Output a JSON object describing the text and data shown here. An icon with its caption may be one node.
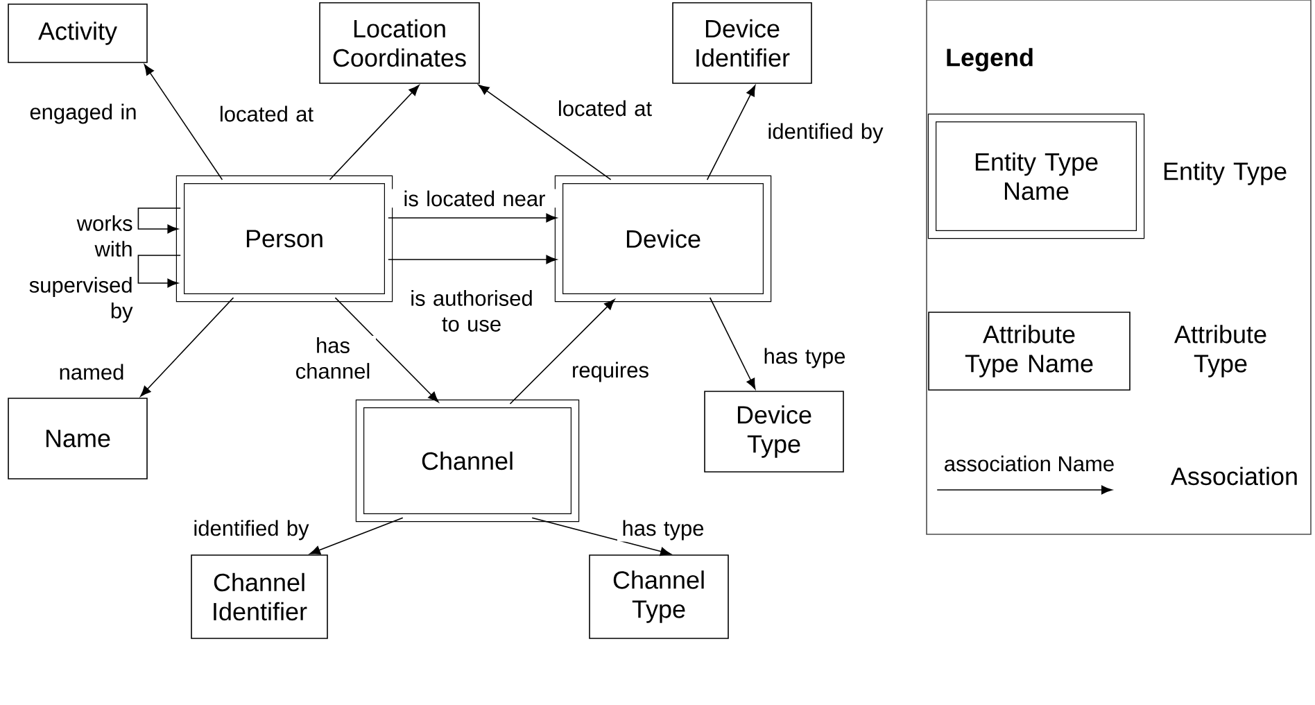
{
  "diagram": {
    "nodes": [
      {
        "text": [
          "Activity"
        ]
      },
      {
        "text": [
          "Location Coordinates"
        ]
      },
      {
        "text": [
          "Device Identifier"
        ]
      },
      {
        "text": [
          "Person"
        ]
      },
      {
        "text": [
          "Device"
        ]
      },
      {
        "text": [
          "Name"
        ]
      },
      {
        "text": [
          "Channel"
        ]
      },
      {
        "text": [
          "Device Type"
        ]
      },
      {
        "text": [
          "Channel Identifier"
        ]
      },
      {
        "text": [
          "Channel Type"
        ]
      },
      {
        "text": [
          "Entity Type Name"
        ]
      },
      {
        "text": [
          "Attribute Type Name"
        ]
      }
    ],
    "edges": [
      {
        "from": 3,
        "to": 0,
        "arrow": "to",
        "label": "engaged in"
      },
      {
        "from": 3,
        "to": 1,
        "arrow": "to",
        "label": "located at"
      },
      {
        "from": 4,
        "to": 1,
        "arrow": "to",
        "label": "located at"
      },
      {
        "from": 4,
        "to": 2,
        "arrow": "to",
        "label": "identified by"
      },
      {
        "from": 3,
        "to": 3,
        "arrow": "to",
        "label": "works with"
      },
      {
        "from": 3,
        "to": 3,
        "arrow": "to",
        "label": "supervised by"
      },
      {
        "from": 3,
        "to": 4,
        "arrow": "to",
        "label": "is located near"
      },
      {
        "from": 3,
        "to": 4,
        "arrow": "to",
        "label": "is authorised to use"
      },
      {
        "from": 3,
        "to": 5,
        "arrow": "to",
        "label": "named"
      },
      {
        "from": 3,
        "to": 6,
        "arrow": "to",
        "label": "has channel"
      },
      {
        "from": 6,
        "to": 4,
        "arrow": "to",
        "label": "requires"
      },
      {
        "from": 4,
        "to": 7,
        "arrow": "to",
        "label": "has type"
      },
      {
        "from": 6,
        "to": 8,
        "arrow": "to",
        "label": "identified by"
      },
      {
        "from": 6,
        "to": 9,
        "arrow": "to",
        "label": "has type"
      }
    ],
    "labels": [
      "Legend",
      "association Name"
    ],
    "legend": [
      {
        "text": "Entity Type"
      },
      {
        "text": "Attribute Type"
      },
      {
        "text": "Association"
      }
    ]
  }
}
